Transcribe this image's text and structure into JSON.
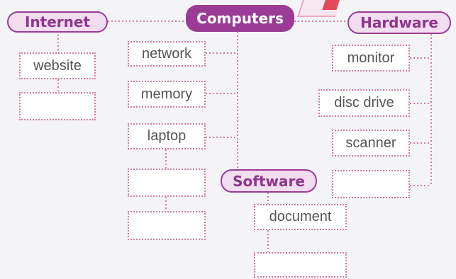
{
  "hubs": {
    "computers": "Computers",
    "internet": "Internet",
    "hardware": "Hardware",
    "software": "Software"
  },
  "internet_items": [
    "website",
    ""
  ],
  "computers_items": [
    "network",
    "memory",
    "laptop",
    "",
    ""
  ],
  "hardware_items": [
    "monitor",
    "disc drive",
    "scanner",
    ""
  ],
  "software_items": [
    "document",
    ""
  ],
  "colors": {
    "hub_fill": "#9a3c96",
    "hub_outline_fill": "#f2ddf0",
    "connector": "#d57aa6",
    "box_text": "#555555"
  }
}
